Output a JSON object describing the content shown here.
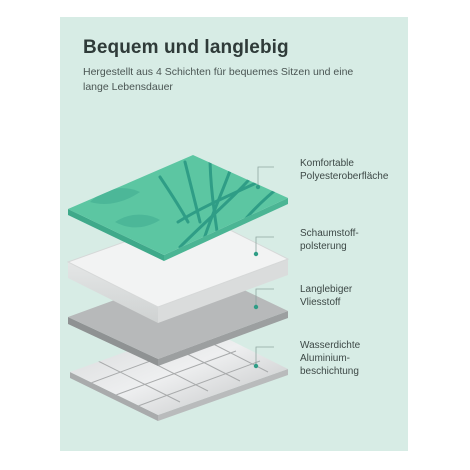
{
  "heading": {
    "title": "Bequem und langlebig",
    "subtitle": "Hergestellt aus 4 Schichten für bequemes Sitzen und eine lange Lebensdauer"
  },
  "layers": [
    {
      "name": "surface",
      "label": "Komfortable\nPolyesteroberfläche"
    },
    {
      "name": "foam",
      "label": "Schaumstoff-\npolsterung"
    },
    {
      "name": "fleece",
      "label": "Langlebiger\nVliesstoff"
    },
    {
      "name": "aluminium",
      "label": "Wasserdichte\nAluminium-\nbeschichtung"
    }
  ],
  "colors": {
    "panel_background": "#d7ece5",
    "leaf_base": "#5cc6a2",
    "leaf_pattern": "#2f9d86",
    "foam": "#f2f3f3",
    "fleece": "#b7b9ba",
    "aluminium": "#c6c8c9",
    "callout_line": "#8fa6a0"
  }
}
